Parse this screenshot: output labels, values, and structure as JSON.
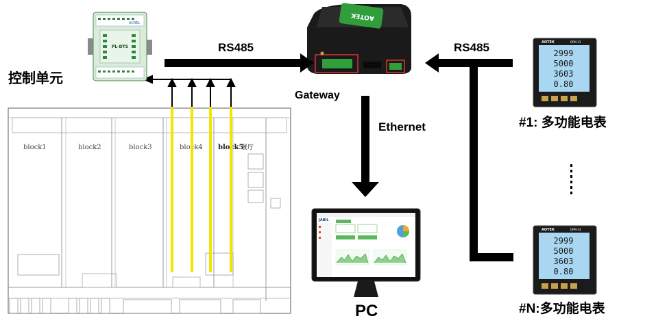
{
  "labels": {
    "control_unit": "控制单元",
    "rs485_left": "RS485",
    "rs485_right": "RS485",
    "gateway": "Gateway",
    "ethernet": "Ethernet",
    "pc": "PC",
    "meter_1": "#1: 多功能电表",
    "meter_n": "#N:多功能电表"
  },
  "devices": {
    "module_brand": "ACREL",
    "module_model": "PL-DTS",
    "gateway_brand": "AOTEK",
    "meter_brand": "AOTEK",
    "meter_model": "DPM-33",
    "meter_display": [
      "2999",
      "5000",
      "3603",
      "0.80"
    ],
    "monitor_logo": "JABIL"
  },
  "floor_plan": {
    "blocks": [
      "block1",
      "block2",
      "block3",
      "block4",
      "block5"
    ],
    "room_label": "餐厅"
  },
  "colors": {
    "sensor_line": "#f2e600",
    "arrow": "#000000",
    "outline": "#888888",
    "screen": "#a9d7f2",
    "gateway_green": "#2f9e3b",
    "port_highlight": "#e53030",
    "module_body": "#cfe8d2"
  }
}
